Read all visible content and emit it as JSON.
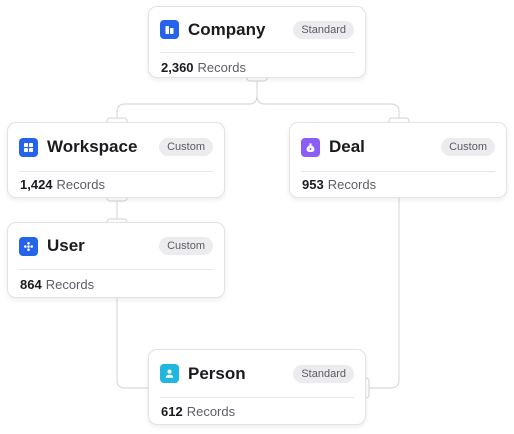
{
  "nodes": [
    {
      "key": "company",
      "title": "Company",
      "badge": "Standard",
      "count": "2,360",
      "unit": "Records",
      "icon": "building-icon",
      "color": "#2563eb"
    },
    {
      "key": "workspace",
      "title": "Workspace",
      "badge": "Custom",
      "count": "1,424",
      "unit": "Records",
      "icon": "grid-icon",
      "color": "#2563eb"
    },
    {
      "key": "deal",
      "title": "Deal",
      "badge": "Custom",
      "count": "953",
      "unit": "Records",
      "icon": "money-bag-icon",
      "color": "#8b5cf6"
    },
    {
      "key": "user",
      "title": "User",
      "badge": "Custom",
      "count": "864",
      "unit": "Records",
      "icon": "users-icon",
      "color": "#2563eb"
    },
    {
      "key": "person",
      "title": "Person",
      "badge": "Standard",
      "count": "612",
      "unit": "Records",
      "icon": "person-icon",
      "color": "#1fb6e0"
    }
  ],
  "edges": [
    [
      "company",
      "workspace"
    ],
    [
      "company",
      "deal"
    ],
    [
      "workspace",
      "user"
    ],
    [
      "user",
      "person"
    ],
    [
      "deal",
      "person"
    ]
  ]
}
